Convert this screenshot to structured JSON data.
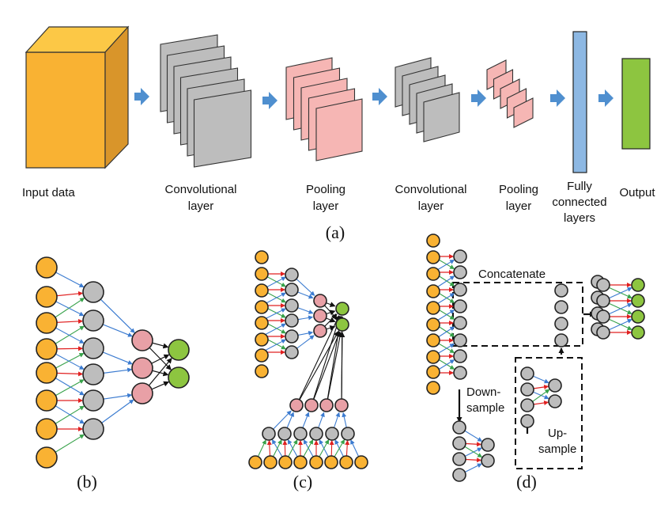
{
  "colors": {
    "orange": "#F9B233",
    "orange_side": "#D9952A",
    "orange_top": "#FCC846",
    "gray": "#BDBDBD",
    "pink": "#F6B6B4",
    "pool_circle": "#E8A0A6",
    "blue": "#8DB8E3",
    "green": "#8DC540",
    "arrow": "#4F8FCF",
    "red_edge": "#E02020",
    "green_edge": "#37A24A",
    "blue_edge": "#3B7BD0",
    "dark_edge": "#111111"
  },
  "panel_a": {
    "labels": {
      "input": "Input data",
      "conv1_a": "Convolutional",
      "conv1_b": "layer",
      "pool1_a": "Pooling",
      "pool1_b": "layer",
      "conv2_a": "Convolutional",
      "conv2_b": "layer",
      "pool2_a": "Pooling",
      "pool2_b": "layer",
      "fc_a": "Fully",
      "fc_b": "connected",
      "fc_c": "layers",
      "output": "Output"
    },
    "caption": "(a)"
  },
  "panel_b": {
    "caption": "(b)"
  },
  "panel_c": {
    "caption": "(c)"
  },
  "panel_d": {
    "caption": "(d)",
    "concatenate": "Concatenate",
    "down_a": "Down-",
    "down_b": "sample",
    "up_a": "Up-",
    "up_b": "sample"
  }
}
